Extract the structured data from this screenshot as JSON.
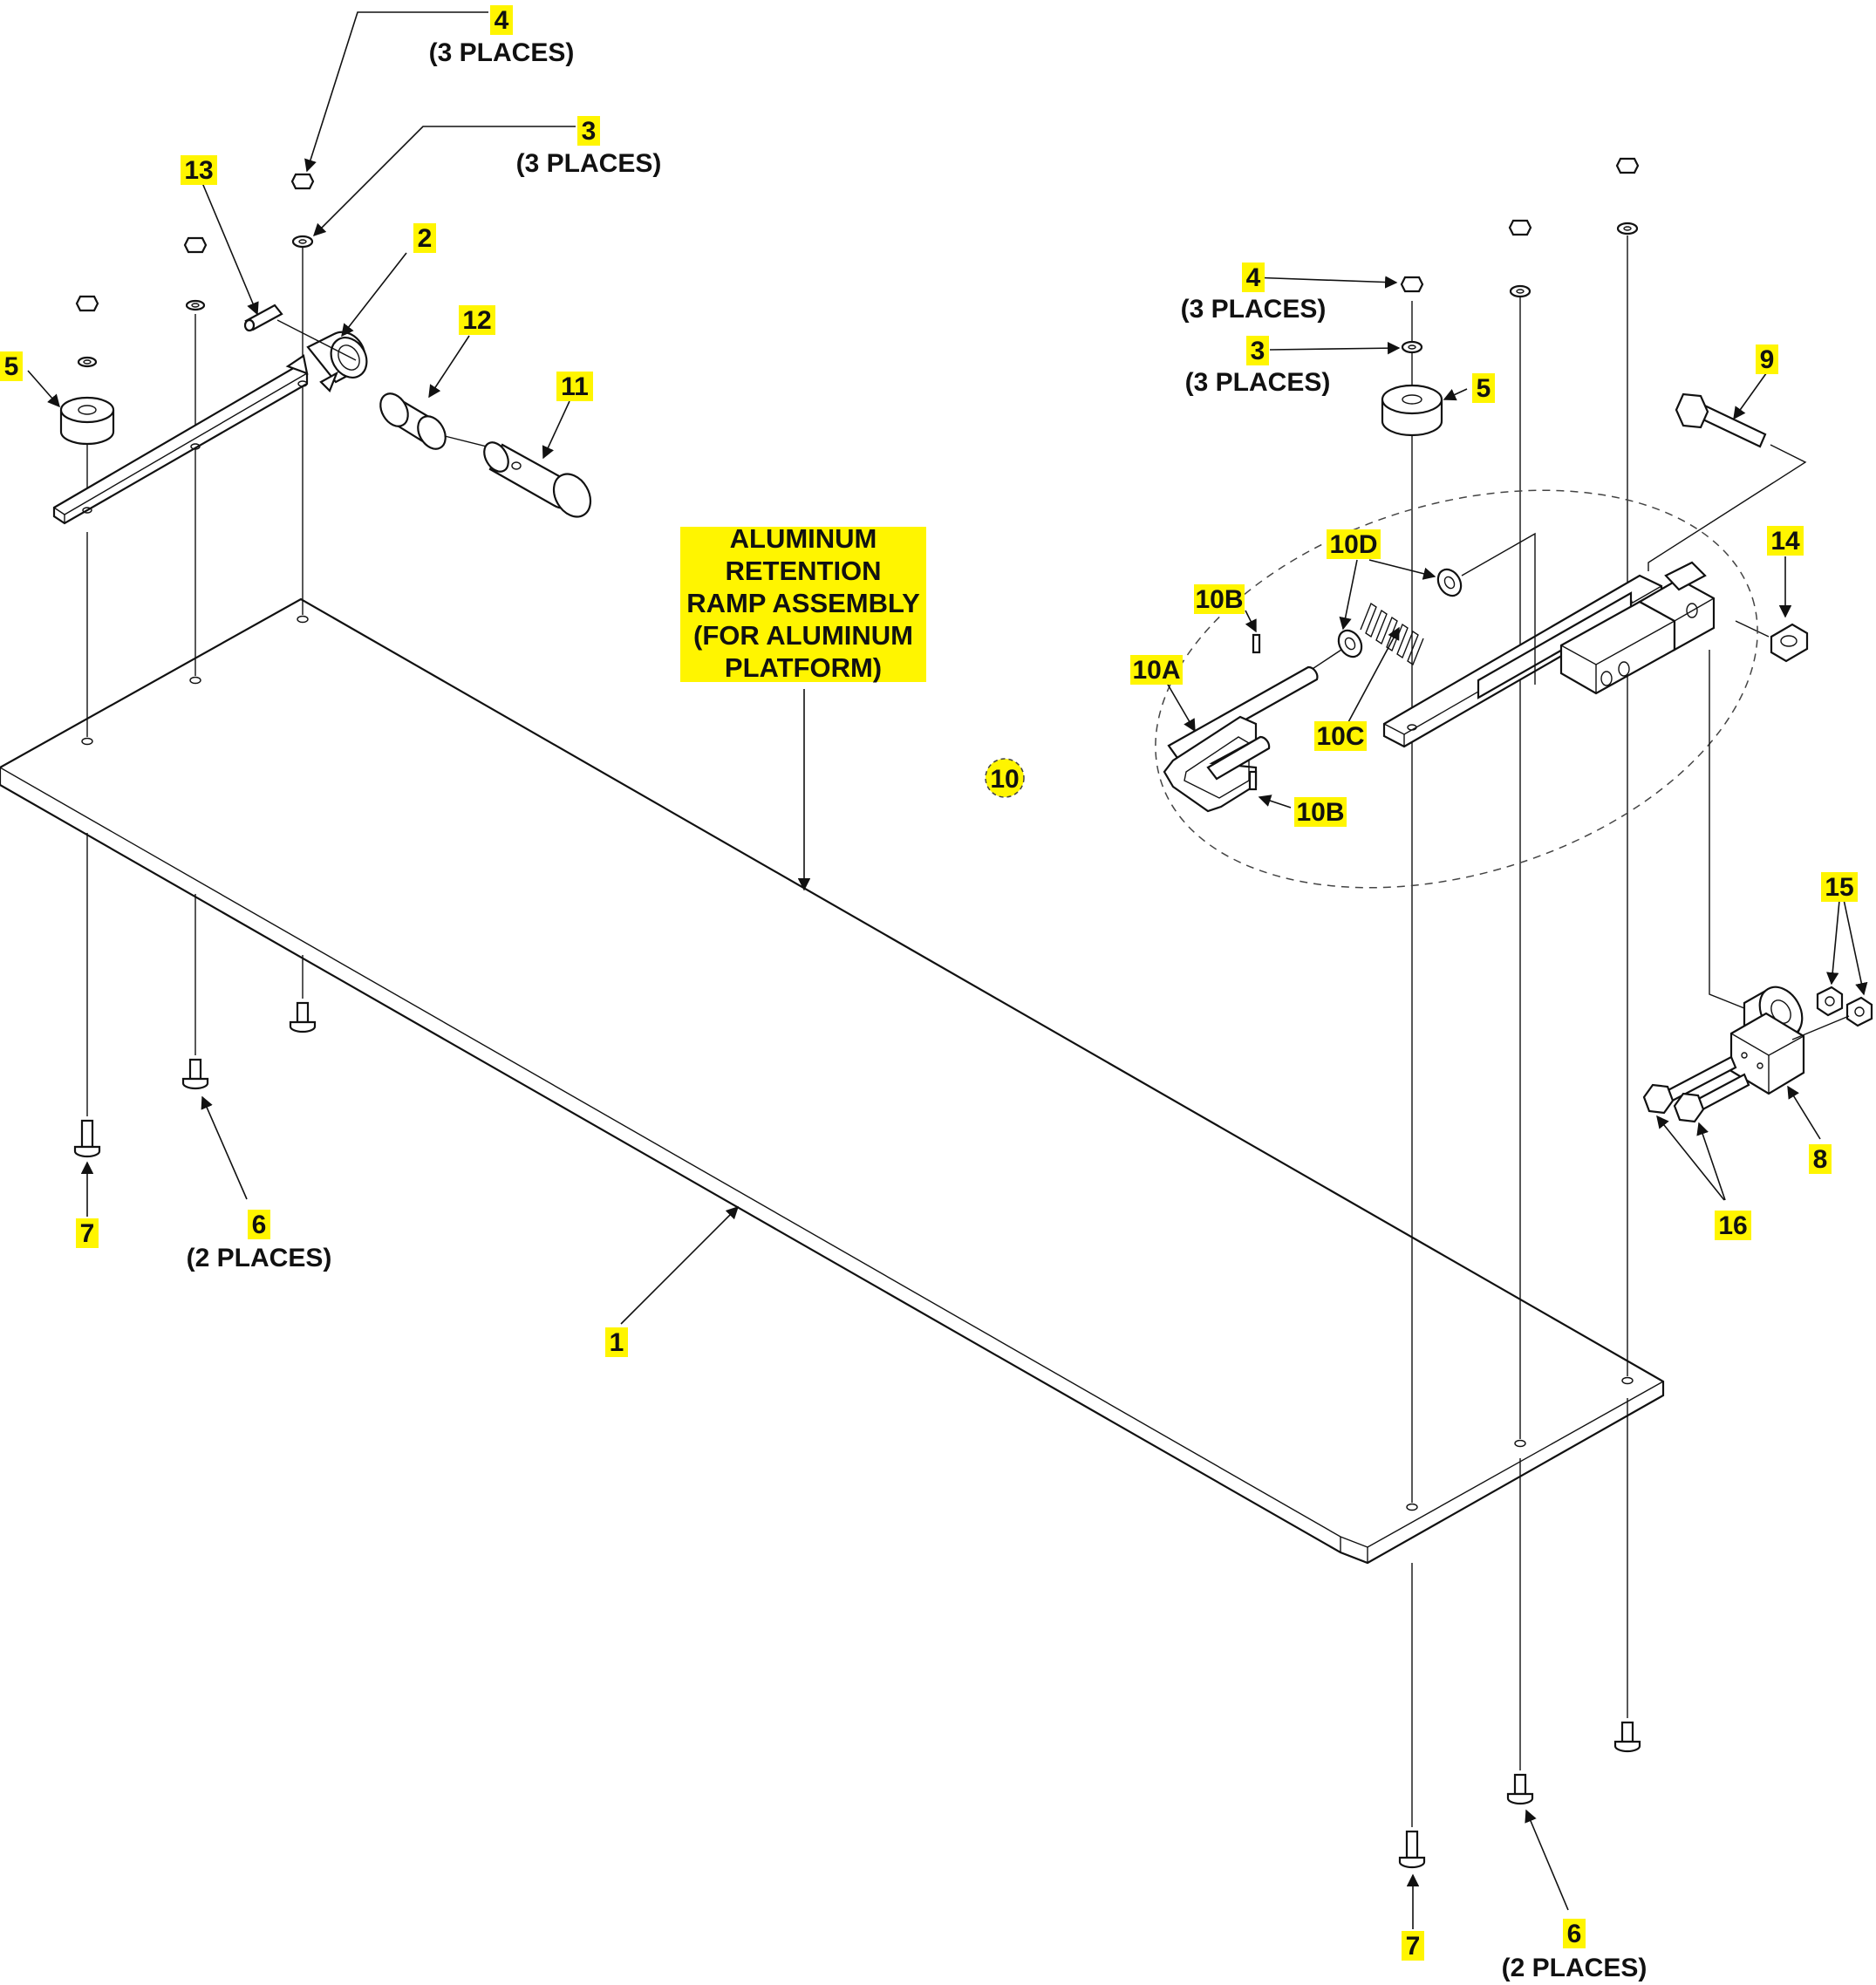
{
  "assembly_title": [
    "ALUMINUM",
    "RETENTION",
    "RAMP ASSEMBLY",
    "(FOR ALUMINUM",
    "PLATFORM)"
  ],
  "highlight_color": "#fff500",
  "callouts": [
    {
      "id": "c4a",
      "label": "4",
      "note": "(3 PLACES)"
    },
    {
      "id": "c3a",
      "label": "3",
      "note": "(3 PLACES)"
    },
    {
      "id": "c13",
      "label": "13",
      "note": ""
    },
    {
      "id": "c2",
      "label": "2",
      "note": ""
    },
    {
      "id": "c12",
      "label": "12",
      "note": ""
    },
    {
      "id": "c11",
      "label": "11",
      "note": ""
    },
    {
      "id": "c5a",
      "label": "5",
      "note": ""
    },
    {
      "id": "c4b",
      "label": "4",
      "note": "(3 PLACES)"
    },
    {
      "id": "c3b",
      "label": "3",
      "note": "(3 PLACES)"
    },
    {
      "id": "c5b",
      "label": "5",
      "note": ""
    },
    {
      "id": "c9",
      "label": "9",
      "note": ""
    },
    {
      "id": "c10D",
      "label": "10D",
      "note": ""
    },
    {
      "id": "c14",
      "label": "14",
      "note": ""
    },
    {
      "id": "c10B1",
      "label": "10B",
      "note": ""
    },
    {
      "id": "c10A",
      "label": "10A",
      "note": ""
    },
    {
      "id": "c10C",
      "label": "10C",
      "note": ""
    },
    {
      "id": "c10",
      "label": "10",
      "note": ""
    },
    {
      "id": "c10B2",
      "label": "10B",
      "note": ""
    },
    {
      "id": "c15",
      "label": "15",
      "note": ""
    },
    {
      "id": "c8",
      "label": "8",
      "note": ""
    },
    {
      "id": "c16",
      "label": "16",
      "note": ""
    },
    {
      "id": "c7a",
      "label": "7",
      "note": ""
    },
    {
      "id": "c6a",
      "label": "6",
      "note": "(2 PLACES)"
    },
    {
      "id": "c1",
      "label": "1",
      "note": ""
    },
    {
      "id": "c7b",
      "label": "7",
      "note": ""
    },
    {
      "id": "c6b",
      "label": "6",
      "note": "(2 PLACES)"
    }
  ]
}
